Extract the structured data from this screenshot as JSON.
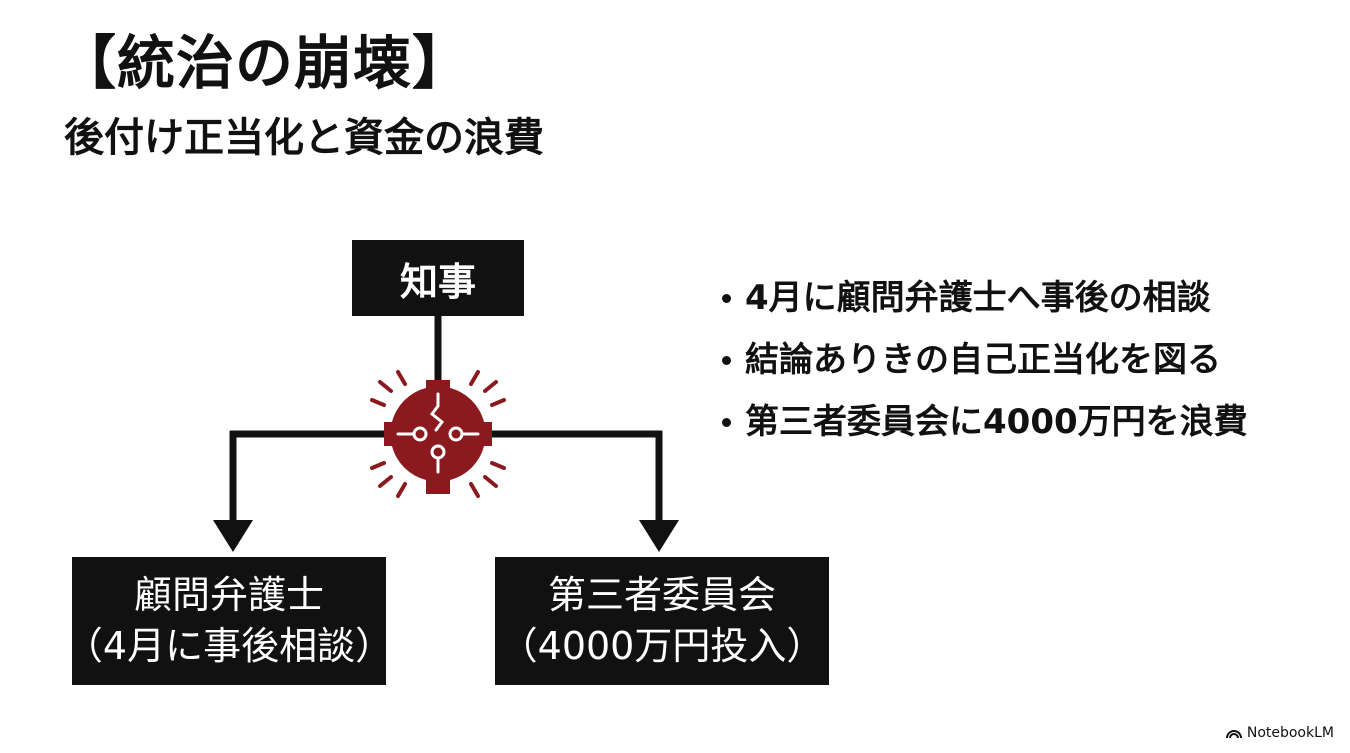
{
  "title": "【統治の崩壊】",
  "subtitle": "後付け正当化と資金の浪費",
  "diagram": {
    "top_node": {
      "label": "知事"
    },
    "left_node": {
      "line1": "顧問弁護士",
      "line2": "（4月に事後相談）"
    },
    "right_node": {
      "line1": "第三者委員会",
      "line2": "（4000万円投入）"
    },
    "hub_icon": "broken-junction-icon",
    "hub_color": "#8b1a1f"
  },
  "bullets": [
    "4月に顧問弁護士へ事後の相談",
    "結論ありきの自己正当化を図る",
    "第三者委員会に4000万円を浪費"
  ],
  "footer": {
    "brand": "NotebookLM"
  }
}
